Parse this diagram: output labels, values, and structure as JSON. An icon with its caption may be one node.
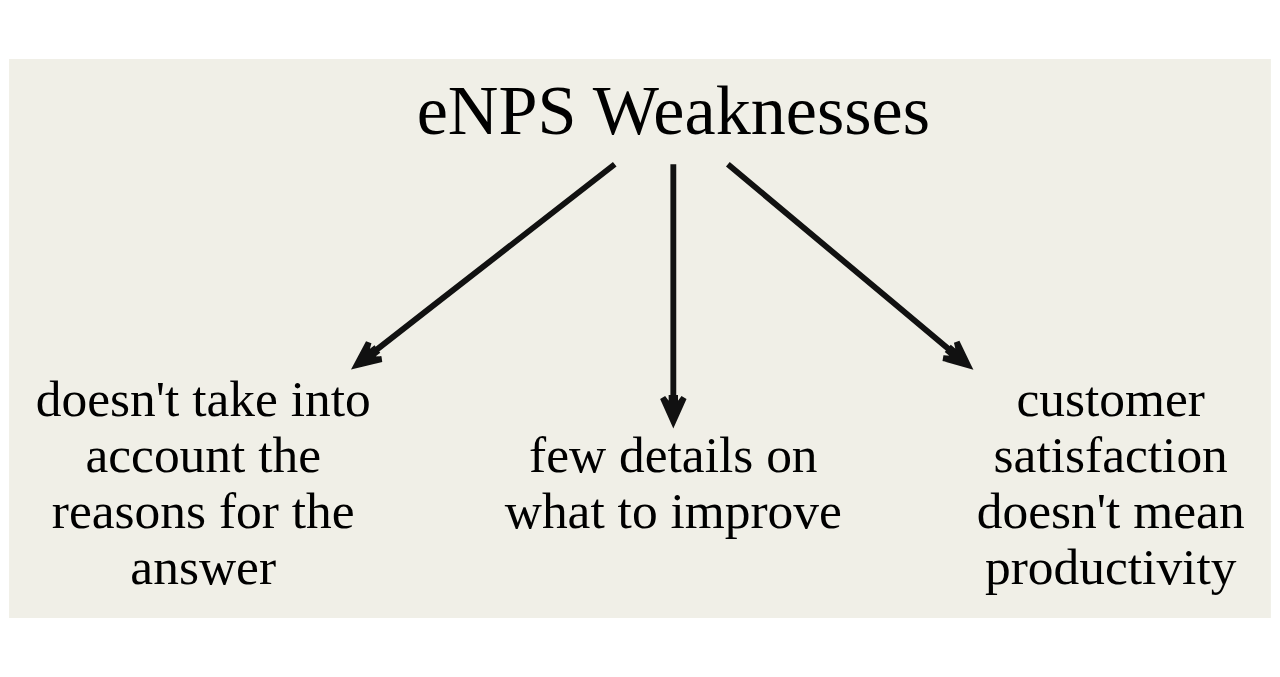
{
  "diagram": {
    "nodes": [
      {
        "text": [
          "eNPS Weaknesses"
        ]
      },
      {
        "text": [
          "doesn't take into account the reasons for the answer"
        ]
      },
      {
        "text": [
          "few details on what to improve"
        ]
      },
      {
        "text": [
          "customer satisfaction doesn't mean productivity"
        ]
      }
    ],
    "edges": [
      {
        "from": 0,
        "to": 1,
        "arrow": "to"
      },
      {
        "from": 0,
        "to": 2,
        "arrow": "to"
      },
      {
        "from": 0,
        "to": 3,
        "arrow": "to"
      }
    ]
  }
}
